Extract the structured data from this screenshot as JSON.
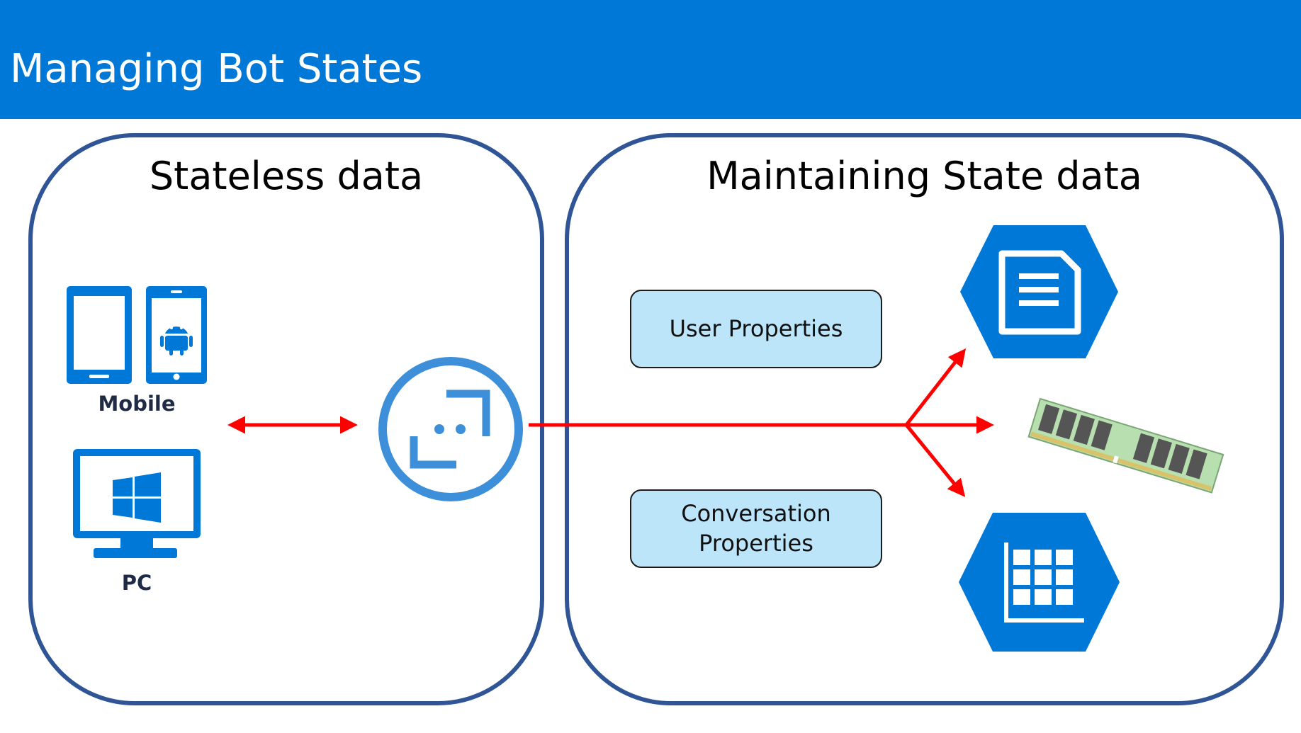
{
  "header": {
    "title": "Managing Bot States"
  },
  "panels": {
    "stateless": {
      "title": "Stateless data",
      "devices": {
        "mobile_label": "Mobile",
        "pc_label": "PC"
      }
    },
    "maintaining": {
      "title": "Maintaining State data",
      "user_properties": "User Properties",
      "conversation_properties": "Conversation Properties"
    }
  },
  "icons": {
    "mobile": [
      "tablet-icon",
      "android-phone-icon"
    ],
    "pc": "windows-monitor-icon",
    "bot": "bot-service-icon",
    "storage": [
      "document-db-icon",
      "memory-ram-icon",
      "table-storage-icon"
    ]
  },
  "colors": {
    "header": "#0078d7",
    "panel_border": "#2f5597",
    "arrow": "#ff0000",
    "icon_blue": "#0078d7",
    "bot_blue": "#3c8fd8",
    "property_fill": "#bde5fa"
  }
}
